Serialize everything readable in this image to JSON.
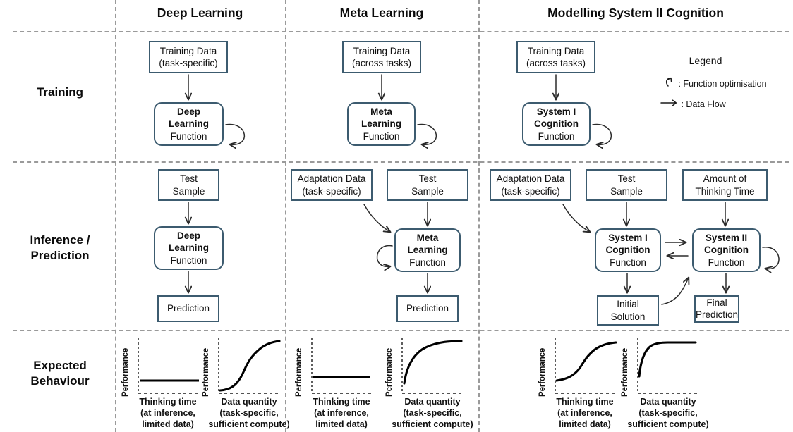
{
  "columns": [
    {
      "id": "deep-learning",
      "label": "Deep Learning"
    },
    {
      "id": "meta-learning",
      "label": "Meta Learning"
    },
    {
      "id": "system-ii",
      "label": "Modelling System II Cognition"
    }
  ],
  "rows": [
    {
      "id": "training",
      "label": "Training"
    },
    {
      "id": "inference",
      "label": "Inference /\nPrediction"
    },
    {
      "id": "expected",
      "label": "Expected\nBehaviour"
    }
  ],
  "legend": {
    "title": "Legend",
    "items": [
      {
        "icon": "curved-loop-arrow-icon",
        "label": ": Function optimisation"
      },
      {
        "icon": "straight-arrow-icon",
        "label": ": Data Flow"
      }
    ]
  },
  "boxes": {
    "dl_train_data": {
      "line1": "Training Data",
      "line2": "(task-specific)"
    },
    "dl_train_fn": {
      "line1": "Deep",
      "line2": "Learning",
      "line3": "Function"
    },
    "ml_train_data": {
      "line1": "Training Data",
      "line2": "(across tasks)"
    },
    "ml_train_fn": {
      "line1": "Meta",
      "line2": "Learning",
      "line3": "Function"
    },
    "s2_train_data": {
      "line1": "Training Data",
      "line2": "(across tasks)"
    },
    "s2_train_fn": {
      "line1": "System I",
      "line2": "Cognition",
      "line3": "Function"
    },
    "dl_test_sample": {
      "line1": "Test",
      "line2": "Sample"
    },
    "dl_inf_fn": {
      "line1": "Deep",
      "line2": "Learning",
      "line3": "Function"
    },
    "dl_prediction": {
      "line1": "Prediction"
    },
    "ml_adapt_data": {
      "line1": "Adaptation Data",
      "line2": "(task-specific)"
    },
    "ml_test_sample": {
      "line1": "Test",
      "line2": "Sample"
    },
    "ml_inf_fn": {
      "line1": "Meta",
      "line2": "Learning",
      "line3": "Function"
    },
    "ml_prediction": {
      "line1": "Prediction"
    },
    "s2_adapt_data": {
      "line1": "Adaptation Data",
      "line2": "(task-specific)"
    },
    "s2_test_sample": {
      "line1": "Test",
      "line2": "Sample"
    },
    "s2_think_time": {
      "line1": "Amount of",
      "line2": "Thinking Time"
    },
    "s2_sys1_fn": {
      "line1": "System I",
      "line2": "Cognition",
      "line3": "Function"
    },
    "s2_sys2_fn": {
      "line1": "System II",
      "line2": "Cognition",
      "line3": "Function"
    },
    "s2_initial": {
      "line1": "Initial",
      "line2": "Solution"
    },
    "s2_final": {
      "line1": "Final",
      "line2": "Prediction"
    }
  },
  "chart_data": [
    {
      "id": "dl-thinking-time",
      "type": "line",
      "title": "",
      "ylabel": "Performance",
      "xlabel": "Thinking time\n(at inference,\nlimited data)",
      "xlabel_lines": [
        "Thinking time",
        "(at inference,",
        "limited data)"
      ],
      "grid": false,
      "axis_style": "dashed",
      "xlim": [
        0,
        1
      ],
      "ylim": [
        0,
        1
      ],
      "x": [
        0.0,
        0.2,
        0.4,
        0.6,
        0.8,
        1.0
      ],
      "y": [
        0.22,
        0.22,
        0.22,
        0.22,
        0.22,
        0.22
      ],
      "shape": "flat"
    },
    {
      "id": "dl-data-quantity",
      "type": "line",
      "title": "",
      "ylabel": "Performance",
      "xlabel": "Data quantity\n(task-specific,\nsufficient compute)",
      "xlabel_lines": [
        "Data quantity",
        "(task-specific,",
        "sufficient compute)"
      ],
      "grid": false,
      "axis_style": "dashed",
      "xlim": [
        0,
        1
      ],
      "ylim": [
        0,
        1
      ],
      "x": [
        0.0,
        0.15,
        0.3,
        0.45,
        0.55,
        0.7,
        0.85,
        1.0
      ],
      "y": [
        0.05,
        0.08,
        0.18,
        0.42,
        0.62,
        0.82,
        0.92,
        0.95
      ],
      "shape": "sigmoid"
    },
    {
      "id": "ml-thinking-time",
      "type": "line",
      "title": "",
      "ylabel": "Performance",
      "xlabel": "Thinking time\n(at inference,\nlimited data)",
      "xlabel_lines": [
        "Thinking time",
        "(at inference,",
        "limited data)"
      ],
      "grid": false,
      "axis_style": "dashed",
      "xlim": [
        0,
        1
      ],
      "ylim": [
        0,
        1
      ],
      "x": [
        0.0,
        0.25,
        0.5,
        0.75,
        1.0
      ],
      "y": [
        0.28,
        0.28,
        0.28,
        0.28,
        0.28
      ],
      "shape": "flat"
    },
    {
      "id": "ml-data-quantity",
      "type": "line",
      "title": "",
      "ylabel": "Performance",
      "xlabel": "Data quantity\n(task-specific,\nsufficient compute)",
      "xlabel_lines": [
        "Data quantity",
        "(task-specific,",
        "sufficient compute)"
      ],
      "grid": false,
      "axis_style": "dashed",
      "xlim": [
        0,
        1
      ],
      "ylim": [
        0,
        1
      ],
      "x": [
        0.0,
        0.1,
        0.25,
        0.45,
        0.65,
        0.85,
        1.0
      ],
      "y": [
        0.12,
        0.46,
        0.7,
        0.84,
        0.9,
        0.93,
        0.94
      ],
      "shape": "log-saturating"
    },
    {
      "id": "s2-thinking-time",
      "type": "line",
      "title": "",
      "ylabel": "Performance",
      "xlabel": "Thinking time\n(at inference,\nlimited data)",
      "xlabel_lines": [
        "Thinking time",
        "(at inference,",
        "limited data)"
      ],
      "grid": false,
      "axis_style": "dashed",
      "xlim": [
        0,
        1
      ],
      "ylim": [
        0,
        1
      ],
      "x": [
        0.0,
        0.15,
        0.3,
        0.45,
        0.55,
        0.7,
        0.85,
        1.0
      ],
      "y": [
        0.22,
        0.27,
        0.36,
        0.52,
        0.68,
        0.82,
        0.88,
        0.9
      ],
      "shape": "sigmoid"
    },
    {
      "id": "s2-data-quantity",
      "type": "line",
      "title": "",
      "ylabel": "Performance",
      "xlabel": "Data quantity\n(task-specific,\nsufficient compute)",
      "xlabel_lines": [
        "Data quantity",
        "(task-specific,",
        "sufficient compute)"
      ],
      "grid": false,
      "axis_style": "dashed",
      "xlim": [
        0,
        1
      ],
      "ylim": [
        0,
        1
      ],
      "x": [
        0.0,
        0.08,
        0.18,
        0.3,
        0.5,
        0.75,
        1.0
      ],
      "y": [
        0.3,
        0.62,
        0.82,
        0.92,
        0.93,
        0.93,
        0.93
      ],
      "shape": "sharp-saturating"
    }
  ],
  "colors": {
    "box_border": "#3c5b6f",
    "divider": "#9a9a9a",
    "arrow": "#2b2b2b",
    "text": "#0b0b0b",
    "curve": "#000000"
  }
}
